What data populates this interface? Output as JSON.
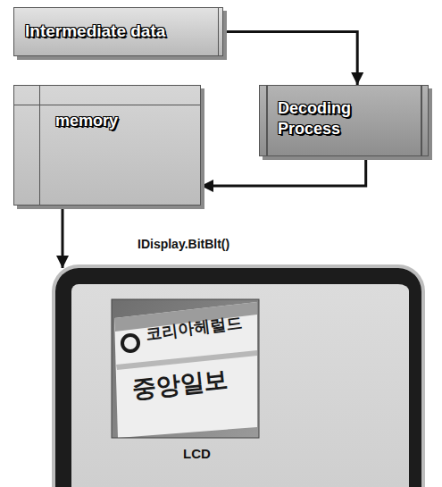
{
  "diagram": {
    "nodes": [
      {
        "text": [
          "Intermediate data"
        ]
      },
      {
        "text": [
          "Decoding Process"
        ]
      },
      {
        "text": [
          "memory"
        ]
      },
      {
        "text": [
          "LCD"
        ]
      }
    ],
    "edges": [
      {
        "from": 0,
        "to": 1,
        "arrow": "to"
      },
      {
        "from": 1,
        "to": 2,
        "arrow": "to"
      },
      {
        "from": 2,
        "to": 3,
        "arrow": "to",
        "label": "IDisplay.BitBlt()"
      }
    ],
    "labels": [
      "코리아헤럴드",
      "중앙일보"
    ]
  }
}
